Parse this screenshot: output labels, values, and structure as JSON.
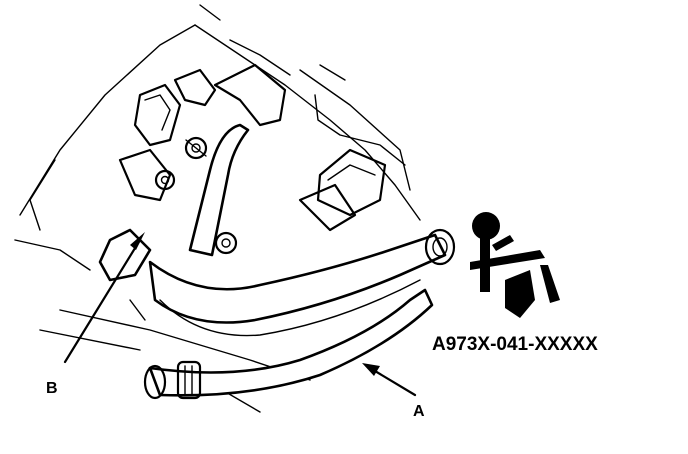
{
  "diagram": {
    "labels": {
      "a": "A",
      "b": "B"
    },
    "part_number": "A973X-041-XXXXX",
    "ink_color": "#000000",
    "background_color": "#ffffff"
  }
}
